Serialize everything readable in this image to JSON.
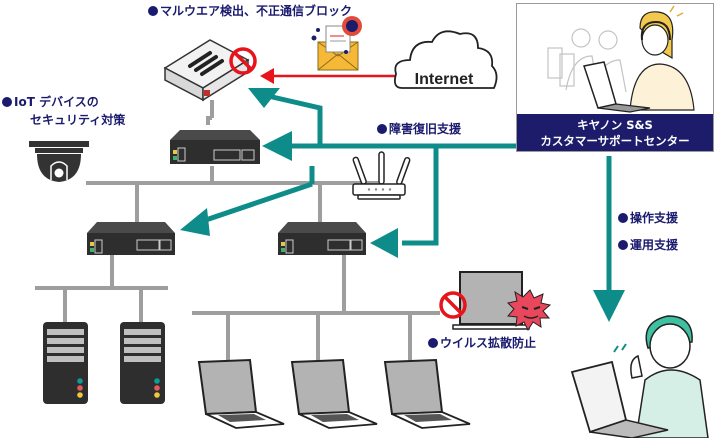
{
  "labels": {
    "malware": "マルウエア検出、不正通信ブロック",
    "iot_line1": "IoT デバイスの",
    "iot_line2": "セキュリティ対策",
    "recovery": "障害復旧支援",
    "operation": "操作支援",
    "usage": "運用支援",
    "virus": "ウイルス拡散防止"
  },
  "internet": {
    "label": "Internet"
  },
  "support_center": {
    "line1": "キヤノン S&S",
    "line2": "カスタマーサポートセンター"
  },
  "colors": {
    "teal_arrow": "#0e8c89",
    "red_arrow": "#e8141c",
    "label_navy": "#1a1a6e",
    "network_line": "#9e9e9e",
    "device_dark": "#2e2e2e",
    "caption_bg": "#1c1c6b"
  },
  "devices": {
    "servers": 2,
    "laptops": 3,
    "switches": 3
  }
}
